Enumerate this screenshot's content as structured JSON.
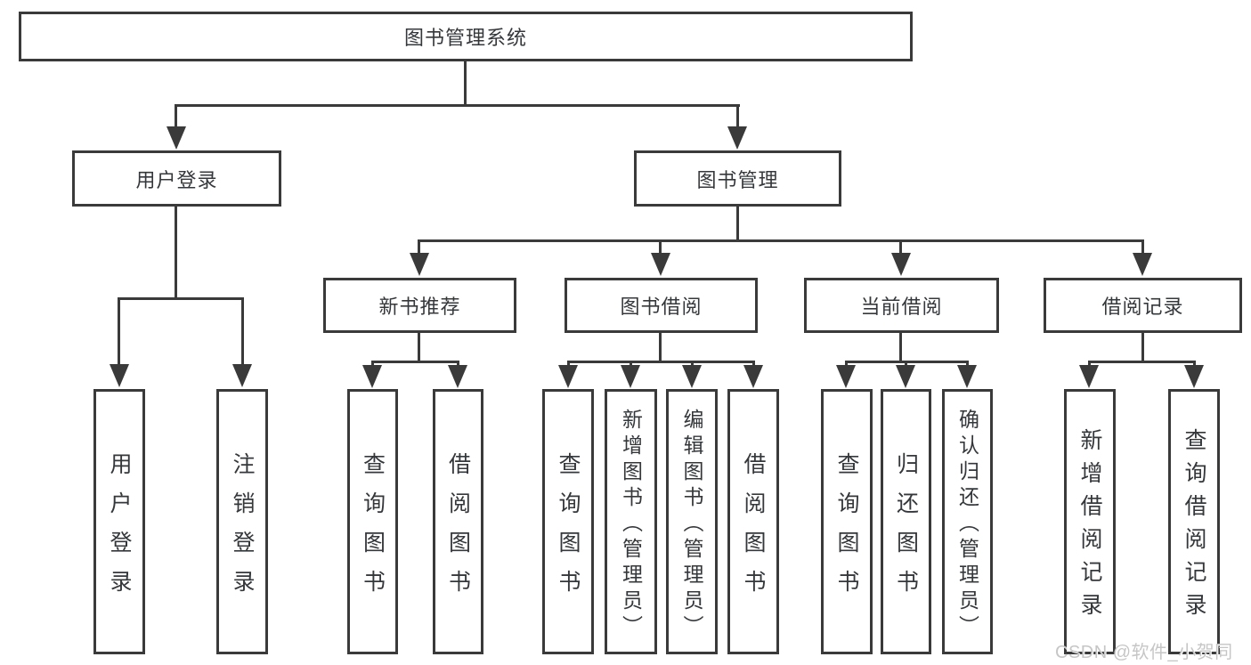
{
  "diagram_type": "hierarchy-tree",
  "tree": {
    "label": "图书管理系统",
    "children": [
      {
        "label": "用户登录",
        "children": [
          {
            "label": "用户登录"
          },
          {
            "label": "注销登录"
          }
        ]
      },
      {
        "label": "图书管理",
        "children": [
          {
            "label": "新书推荐",
            "children": [
              {
                "label": "查询图书"
              },
              {
                "label": "借阅图书"
              }
            ]
          },
          {
            "label": "图书借阅",
            "children": [
              {
                "label": "查询图书"
              },
              {
                "label": "新增图书（管理员）"
              },
              {
                "label": "编辑图书（管理员）"
              },
              {
                "label": "借阅图书"
              }
            ]
          },
          {
            "label": "当前借阅",
            "children": [
              {
                "label": "查询图书"
              },
              {
                "label": "归还图书"
              },
              {
                "label": "确认归还（管理员）"
              }
            ]
          },
          {
            "label": "借阅记录",
            "children": [
              {
                "label": "新增借阅记录"
              },
              {
                "label": "查询借阅记录"
              }
            ]
          }
        ]
      }
    ]
  },
  "watermark": {
    "text": "CSDN @软件_小贺同学"
  },
  "colors": {
    "line": "#3a3a3a",
    "text": "#35383b",
    "background": "#ffffff",
    "watermark": "#c6c6c6"
  }
}
